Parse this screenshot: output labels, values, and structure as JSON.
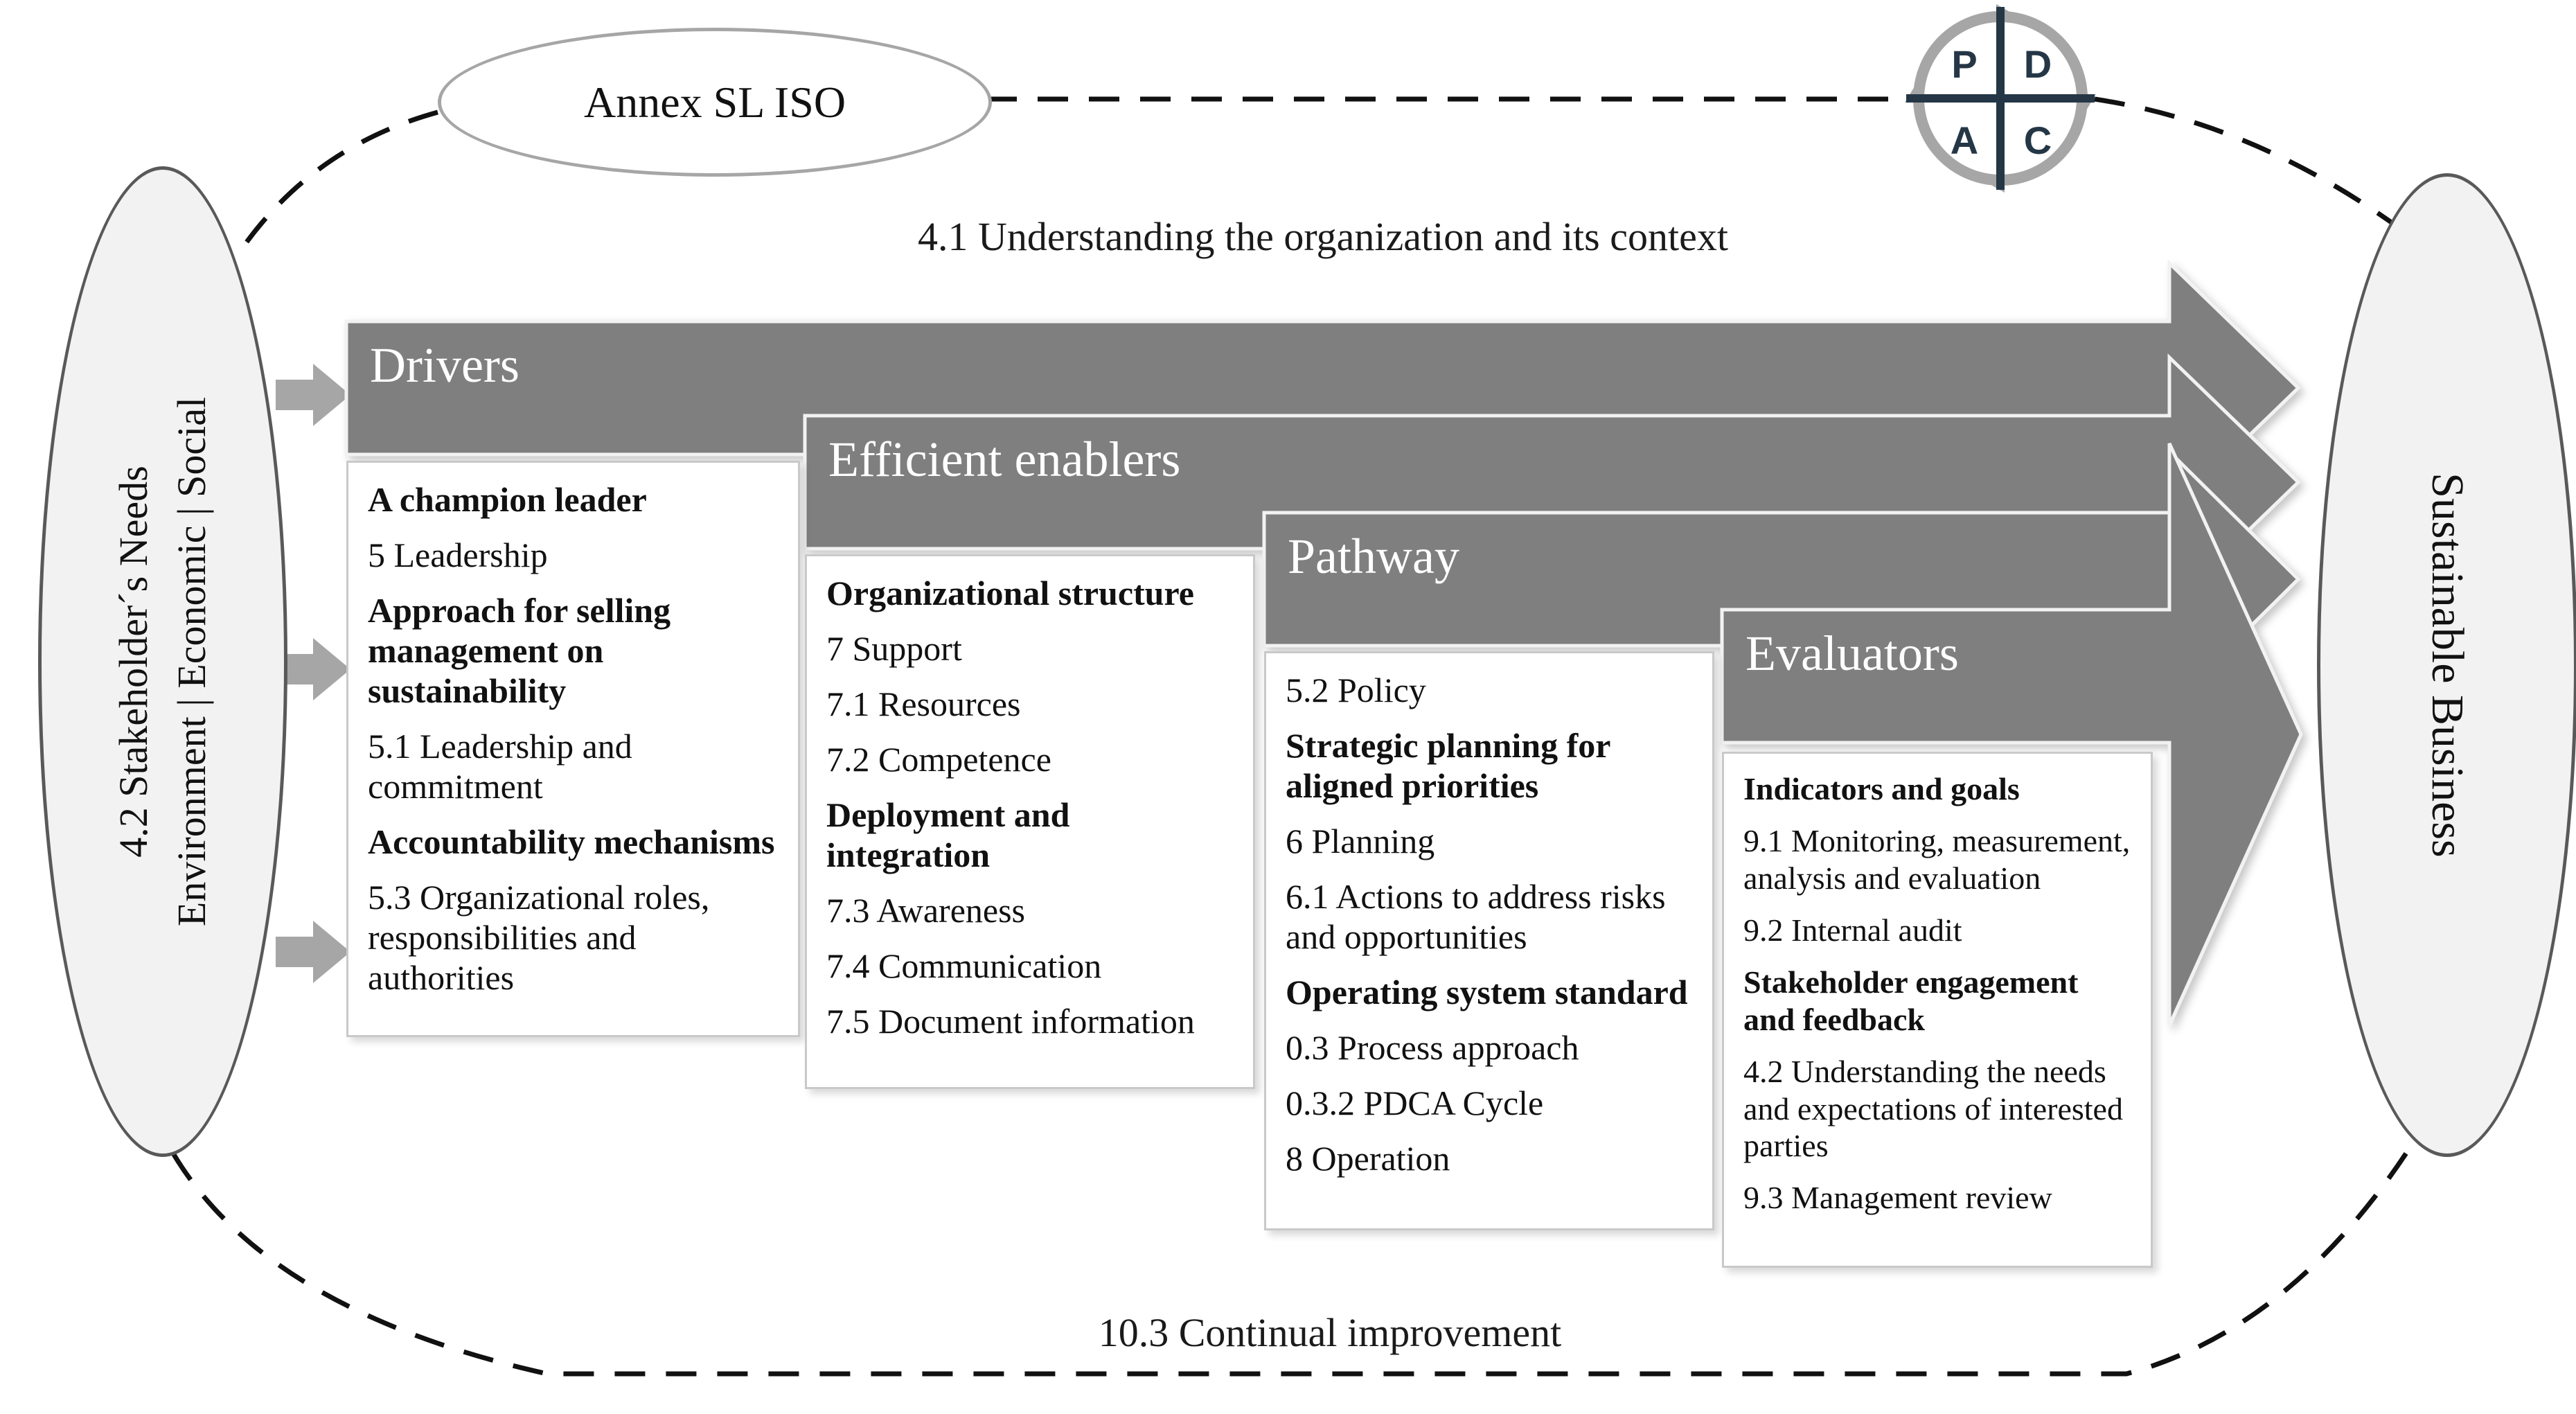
{
  "colors": {
    "banner": "#7f7f7f",
    "banner_outline": "#f2f2f2",
    "small_arrow": "#a6a6a6",
    "dashed_line": "#111111",
    "ellipse_fill": "#f2f2f2",
    "ellipse_stroke": "#595959",
    "annex_stroke": "#a6a6a6",
    "pdca_ring": "#a6a6a6",
    "pdca_cross": "#253746",
    "box_border": "#c9c9c9"
  },
  "top": {
    "annex_label": "Annex SL ISO",
    "context_label": "4.1 Understanding the organization and its context"
  },
  "bottom": {
    "improvement_label": "10.3 Continual improvement"
  },
  "pdca": {
    "p": "P",
    "d": "D",
    "a": "A",
    "c": "C"
  },
  "left_ellipse": {
    "line1": "4.2 Stakeholder´s Needs",
    "line2": "Environment | Economic | Social"
  },
  "right_ellipse": {
    "label": "Sustainable Business"
  },
  "columns": [
    {
      "title": "Drivers",
      "items": [
        {
          "text": "A champion leader",
          "bold": true
        },
        {
          "text": "5 Leadership",
          "bold": false
        },
        {
          "text": "Approach for selling management on sustainability",
          "bold": true
        },
        {
          "text": "5.1 Leadership and commitment",
          "bold": false
        },
        {
          "text": "Accountability mechanisms",
          "bold": true
        },
        {
          "text": "5.3 Organizational roles, responsibilities and authorities",
          "bold": false
        }
      ]
    },
    {
      "title": "Efficient enablers",
      "items": [
        {
          "text": "Organizational structure",
          "bold": true
        },
        {
          "text": "7 Support",
          "bold": false
        },
        {
          "text": "7.1 Resources",
          "bold": false
        },
        {
          "text": "7.2 Competence",
          "bold": false
        },
        {
          "text": "Deployment and integration",
          "bold": true
        },
        {
          "text": "7.3 Awareness",
          "bold": false
        },
        {
          "text": "7.4 Communication",
          "bold": false
        },
        {
          "text": "7.5 Document information",
          "bold": false
        }
      ]
    },
    {
      "title": "Pathway",
      "items": [
        {
          "text": "5.2 Policy",
          "bold": false
        },
        {
          "text": "Strategic planning for aligned priorities",
          "bold": true
        },
        {
          "text": "6 Planning",
          "bold": false
        },
        {
          "text": "6.1 Actions to address risks and opportunities",
          "bold": false
        },
        {
          "text": "Operating system standard",
          "bold": true
        },
        {
          "text": "0.3 Process approach",
          "bold": false
        },
        {
          "text": "0.3.2 PDCA Cycle",
          "bold": false
        },
        {
          "text": "8 Operation",
          "bold": false
        }
      ]
    },
    {
      "title": "Evaluators",
      "items": [
        {
          "text": "Indicators and goals",
          "bold": true
        },
        {
          "text": "9.1 Monitoring, measurement, analysis and evaluation",
          "bold": false
        },
        {
          "text": "9.2 Internal audit",
          "bold": false
        },
        {
          "text": "Stakeholder engagement and feedback",
          "bold": true
        },
        {
          "text": "4.2 Understanding the needs and expectations of interested parties",
          "bold": false
        },
        {
          "text": "9.3 Management review",
          "bold": false
        }
      ]
    }
  ]
}
